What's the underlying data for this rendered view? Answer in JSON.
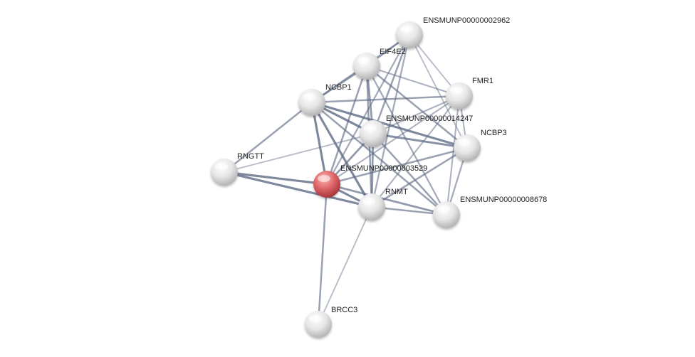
{
  "network": {
    "query_node": "ENSMUNP00000003529",
    "colors": {
      "edge": "#5f6b85",
      "node_default": "#dcdcdc",
      "node_query": "#d4575b",
      "label": "#222222"
    },
    "nodes": [
      {
        "id": "ENSMUNP00000002962",
        "label": "ENSMUNP00000002962"
      },
      {
        "id": "EIF4E2",
        "label": "EIF4E2"
      },
      {
        "id": "FMR1",
        "label": "FMR1"
      },
      {
        "id": "NCBP1",
        "label": "NCBP1"
      },
      {
        "id": "ENSMUNP00000014247",
        "label": "ENSMUNP00000014247"
      },
      {
        "id": "NCBP3",
        "label": "NCBP3"
      },
      {
        "id": "RNGTT",
        "label": "RNGTT"
      },
      {
        "id": "ENSMUNP00000003529",
        "label": "ENSMUNP00000003529"
      },
      {
        "id": "RNMT",
        "label": "RNMT"
      },
      {
        "id": "ENSMUNP00000008678",
        "label": "ENSMUNP00000008678"
      },
      {
        "id": "BRCC3",
        "label": "BRCC3"
      }
    ],
    "edges": [
      {
        "source": "ENSMUNP00000003529",
        "target": "NCBP1",
        "weight": 0.9
      },
      {
        "source": "ENSMUNP00000003529",
        "target": "EIF4E2",
        "weight": 0.6
      },
      {
        "source": "ENSMUNP00000003529",
        "target": "ENSMUNP00000002962",
        "weight": 0.5
      },
      {
        "source": "ENSMUNP00000003529",
        "target": "ENSMUNP00000014247",
        "weight": 0.7
      },
      {
        "source": "ENSMUNP00000003529",
        "target": "NCBP3",
        "weight": 0.6
      },
      {
        "source": "ENSMUNP00000003529",
        "target": "FMR1",
        "weight": 0.4
      },
      {
        "source": "ENSMUNP00000003529",
        "target": "RNMT",
        "weight": 0.9
      },
      {
        "source": "ENSMUNP00000003529",
        "target": "ENSMUNP00000008678",
        "weight": 0.7
      },
      {
        "source": "ENSMUNP00000003529",
        "target": "RNGTT",
        "weight": 0.9
      },
      {
        "source": "ENSMUNP00000003529",
        "target": "BRCC3",
        "weight": 0.6
      },
      {
        "source": "RNGTT",
        "target": "NCBP1",
        "weight": 0.6
      },
      {
        "source": "RNGTT",
        "target": "RNMT",
        "weight": 0.9
      },
      {
        "source": "RNGTT",
        "target": "ENSMUNP00000014247",
        "weight": 0.3
      },
      {
        "source": "NCBP1",
        "target": "EIF4E2",
        "weight": 0.7
      },
      {
        "source": "NCBP1",
        "target": "ENSMUNP00000014247",
        "weight": 0.9
      },
      {
        "source": "NCBP1",
        "target": "FMR1",
        "weight": 0.6
      },
      {
        "source": "NCBP1",
        "target": "NCBP3",
        "weight": 0.9
      },
      {
        "source": "NCBP1",
        "target": "RNMT",
        "weight": 0.9
      },
      {
        "source": "NCBP1",
        "target": "ENSMUNP00000002962",
        "weight": 0.5
      },
      {
        "source": "NCBP1",
        "target": "ENSMUNP00000008678",
        "weight": 0.6
      },
      {
        "source": "EIF4E2",
        "target": "ENSMUNP00000002962",
        "weight": 0.5
      },
      {
        "source": "EIF4E2",
        "target": "FMR1",
        "weight": 0.4
      },
      {
        "source": "EIF4E2",
        "target": "ENSMUNP00000014247",
        "weight": 0.7
      },
      {
        "source": "EIF4E2",
        "target": "NCBP3",
        "weight": 0.6
      },
      {
        "source": "EIF4E2",
        "target": "RNMT",
        "weight": 0.6
      },
      {
        "source": "EIF4E2",
        "target": "ENSMUNP00000008678",
        "weight": 0.5
      },
      {
        "source": "ENSMUNP00000002962",
        "target": "FMR1",
        "weight": 0.3
      },
      {
        "source": "ENSMUNP00000002962",
        "target": "NCBP3",
        "weight": 0.3
      },
      {
        "source": "ENSMUNP00000002962",
        "target": "ENSMUNP00000014247",
        "weight": 0.6
      },
      {
        "source": "ENSMUNP00000002962",
        "target": "RNMT",
        "weight": 0.5
      },
      {
        "source": "FMR1",
        "target": "ENSMUNP00000014247",
        "weight": 0.4
      },
      {
        "source": "FMR1",
        "target": "NCBP3",
        "weight": 0.4
      },
      {
        "source": "FMR1",
        "target": "RNMT",
        "weight": 0.4
      },
      {
        "source": "FMR1",
        "target": "ENSMUNP00000008678",
        "weight": 0.4
      },
      {
        "source": "ENSMUNP00000014247",
        "target": "NCBP3",
        "weight": 0.8
      },
      {
        "source": "ENSMUNP00000014247",
        "target": "RNMT",
        "weight": 0.7
      },
      {
        "source": "ENSMUNP00000014247",
        "target": "ENSMUNP00000008678",
        "weight": 0.6
      },
      {
        "source": "NCBP3",
        "target": "RNMT",
        "weight": 0.6
      },
      {
        "source": "NCBP3",
        "target": "ENSMUNP00000008678",
        "weight": 0.5
      },
      {
        "source": "RNMT",
        "target": "ENSMUNP00000008678",
        "weight": 0.6
      },
      {
        "source": "RNMT",
        "target": "BRCC3",
        "weight": 0.3
      }
    ]
  }
}
